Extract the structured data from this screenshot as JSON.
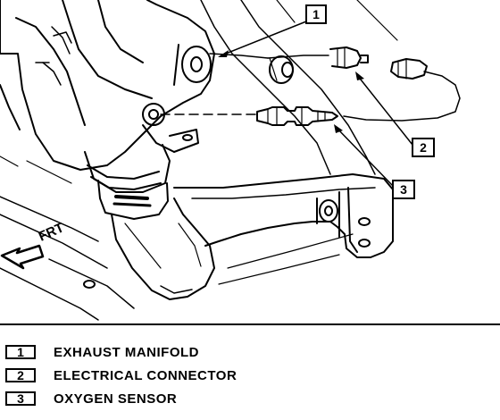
{
  "diagram": {
    "callouts": [
      {
        "number": "1",
        "label": "EXHAUST MANIFOLD"
      },
      {
        "number": "2",
        "label": "ELECTRICAL CONNECTOR"
      },
      {
        "number": "3",
        "label": "OXYGEN SENSOR"
      }
    ],
    "direction_label": "FRT"
  }
}
